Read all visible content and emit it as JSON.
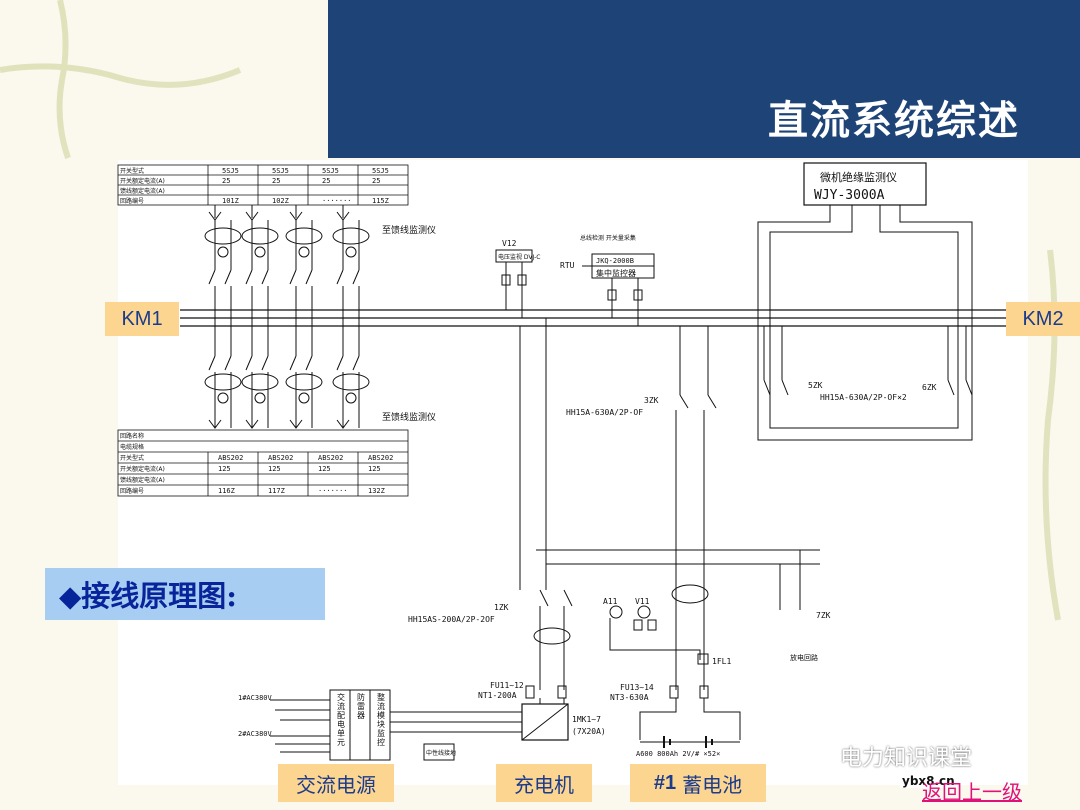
{
  "slide": {
    "title": "直流系统综述",
    "back_link": "返回上一级",
    "watermark": "电力知识课堂",
    "watermark_url": "ybx8.cn"
  },
  "labels": {
    "km1": "KM1",
    "km2": "KM2",
    "section": "◆接线原理图:",
    "bottom": [
      "交流电源",
      "充电机",
      "蓄电池"
    ],
    "battery_num": "#1"
  },
  "diagram": {
    "top_table": {
      "rows": [
        "开关型式",
        "开关额定电流(A)",
        "馈线额定电流(A)",
        "回路编号"
      ],
      "cols": [
        [
          "5SJ5",
          "25",
          "",
          "101Z"
        ],
        [
          "5SJ5",
          "25",
          "",
          "102Z"
        ],
        [
          "5SJ5",
          "25",
          "",
          "·······"
        ],
        [
          "5SJ5",
          "25",
          "",
          "115Z"
        ]
      ]
    },
    "bottom_table": {
      "rows": [
        "回路名称",
        "电缆规格",
        "开关型式",
        "开关额定电流(A)",
        "馈线额定电流(A)",
        "回路编号"
      ],
      "cols": [
        [
          "",
          "",
          "ABS202",
          "125",
          "",
          "116Z"
        ],
        [
          "",
          "",
          "ABS202",
          "125",
          "",
          "117Z"
        ],
        [
          "",
          "",
          "ABS202",
          "125",
          "",
          "·······"
        ],
        [
          "",
          "",
          "ABS202",
          "125",
          "",
          "132Z"
        ]
      ]
    },
    "monitor_title": "微机绝缘监测仪",
    "monitor_model": "WJY-3000A",
    "v12": "V12",
    "v12_box": "电压监视 DVJ-C",
    "rtu": "RTU",
    "collector_top": "总线检测  开关量采集",
    "collector_model": "JKQ-2000B",
    "collector_name": "集中监控器",
    "feed_top_label": "至馈线监测仪",
    "feed_bottom_label": "至馈线监测仪",
    "switch_3zk": "3ZK",
    "switch_3zk_model": "HH15A-630A/2P-OF",
    "switch_5zk": "5ZK",
    "switch_6zk": "6ZK",
    "switch_56_model": "HH15A-630A/2P-OF×2",
    "switch_1zk": "1ZK",
    "switch_1zk_model": "HH15AS-200A/2P-2OF",
    "switch_7zk": "7ZK",
    "a11": "A11",
    "v11": "V11",
    "fl1": "1FL1",
    "fu11": "FU11~12",
    "fu11_model": "NT1-200A",
    "fu13": "FU13~14",
    "fu13_model": "NT3-630A",
    "mk": "1MK1~7",
    "mk_spec": "(7X20A)",
    "ac1": "1#AC380V",
    "ac2": "2#AC380V",
    "ac_unit": "交流配电单元",
    "surge": "防雷器",
    "monitor_unit": "整流模块监控",
    "neutral": "中性线接地",
    "battery_spec": "A600 800Ah 2V/# ×52×",
    "discharge": "放电回路"
  }
}
